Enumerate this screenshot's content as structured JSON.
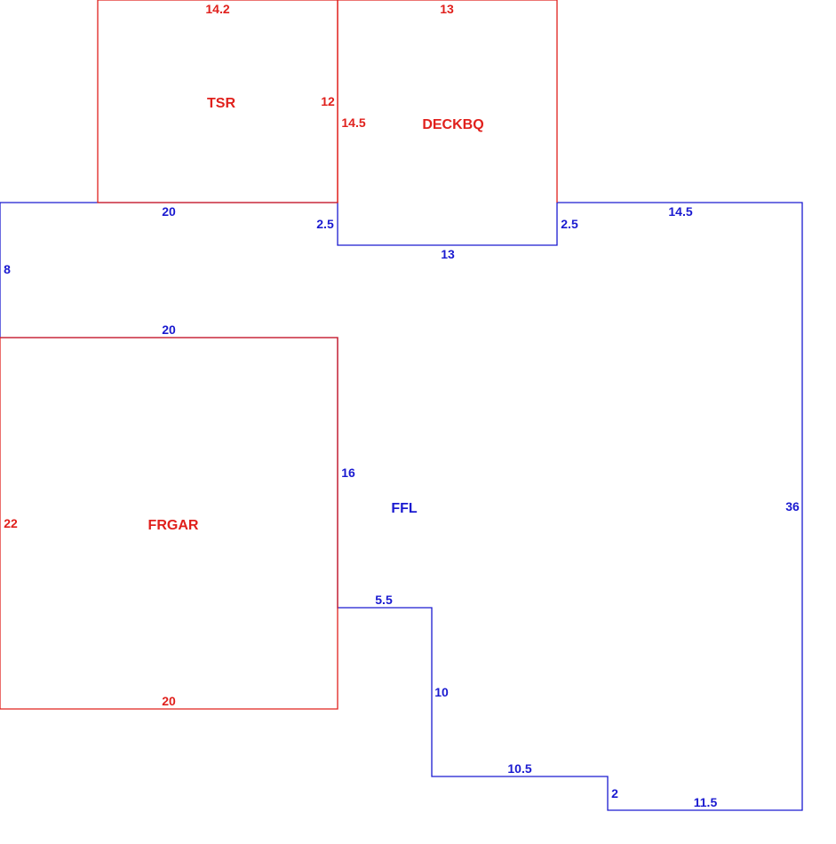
{
  "colors": {
    "red": "#e0201c",
    "blue": "#1a1ad0"
  },
  "areas": {
    "tsr": {
      "name": "TSR",
      "dims": {
        "top": "14.2",
        "right": "12"
      }
    },
    "deckbq": {
      "name": "DECKBQ",
      "dims": {
        "top": "13",
        "left": "14.5"
      }
    },
    "frgar": {
      "name": "FRGAR",
      "dims": {
        "left": "22",
        "bottom": "20"
      }
    },
    "ffl": {
      "name": "FFL",
      "dims": {
        "top_left": "20",
        "step_left": "2.5",
        "notch_bottom": "13",
        "step_right": "2.5",
        "top_right": "14.5",
        "left_upper": "8",
        "garage_top": "20",
        "garage_right": "16",
        "jog_1": "5.5",
        "jog_2": "10",
        "jog_3": "10.5",
        "jog_4": "2",
        "bottom_right": "11.5",
        "right": "36"
      }
    }
  }
}
